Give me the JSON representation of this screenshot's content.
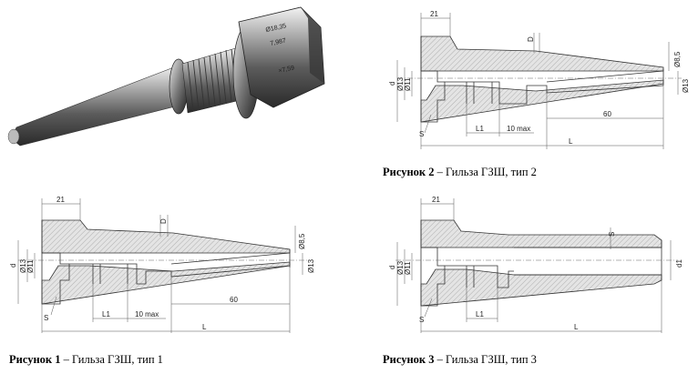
{
  "photo": {
    "engraving_lines": [
      "Ø18,35",
      "7,987",
      "×7,59"
    ]
  },
  "figures": [
    {
      "id": "fig2",
      "caption_prefix": "Рисунок 2",
      "caption_rest": " – Гильза ГЗШ, тип 2",
      "dims": {
        "top": "21",
        "D": "D",
        "tip_d": "Ø8,5",
        "tip_13": "Ø13",
        "d": "d",
        "d13": "Ø13",
        "d11": "Ø11",
        "S": "S",
        "L1": "L1",
        "ten": "10 max",
        "sixty": "60",
        "L": "L"
      }
    },
    {
      "id": "fig1",
      "caption_prefix": "Рисунок 1",
      "caption_rest": " – Гильза ГЗШ, тип 1",
      "dims": {
        "top": "21",
        "D": "D",
        "tip_d": "Ø8,5",
        "tip_13": "Ø13",
        "d": "d",
        "d13": "Ø13",
        "d11": "Ø11",
        "S": "S",
        "L1": "L1",
        "ten": "10 max",
        "sixty": "60",
        "L": "L"
      }
    },
    {
      "id": "fig3",
      "caption_prefix": "Рисунок 3",
      "caption_rest": " – Гильза ГЗШ, тип 3",
      "dims": {
        "top": "21",
        "S_top": "S",
        "d1": "d1",
        "d": "d",
        "d13": "Ø13",
        "d11": "Ø11",
        "S": "S",
        "L1": "L1",
        "L": "L"
      }
    }
  ]
}
